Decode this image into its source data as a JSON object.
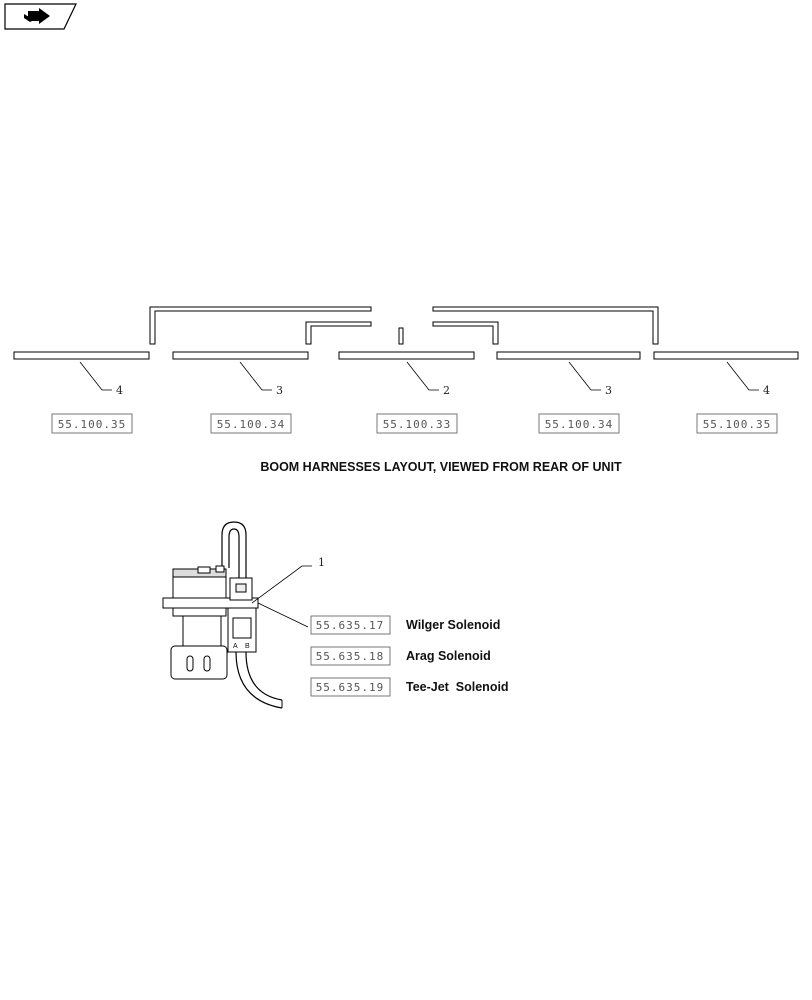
{
  "nav": {
    "icon": "back-arrow-icon"
  },
  "boom": {
    "title": "BOOM HARNESSES LAYOUT, VIEWED FROM REAR OF UNIT",
    "sections": [
      {
        "callout": "4",
        "ref": "55.100.35"
      },
      {
        "callout": "3",
        "ref": "55.100.34"
      },
      {
        "callout": "2",
        "ref": "55.100.33"
      },
      {
        "callout": "3",
        "ref": "55.100.34"
      },
      {
        "callout": "4",
        "ref": "55.100.35"
      }
    ]
  },
  "solenoid": {
    "callout": "1",
    "pin_a": "A",
    "pin_b": "B",
    "items": [
      {
        "ref": "55.635.17",
        "label": "Wilger Solenoid"
      },
      {
        "ref": "55.635.18",
        "label": "Arag Solenoid"
      },
      {
        "ref": "55.635.19",
        "label": "Tee-Jet  Solenoid"
      }
    ]
  }
}
